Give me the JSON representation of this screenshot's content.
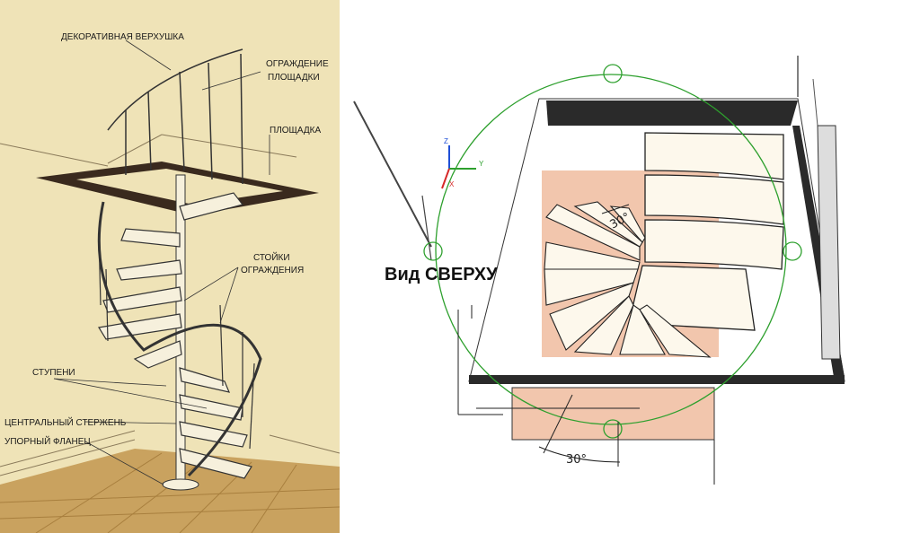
{
  "left_panel": {
    "labels": {
      "decorative_top": "ДЕКОРАТИВНАЯ ВЕРХУШКА",
      "platform_railing_1": "ОГРАЖДЕНИЕ",
      "platform_railing_2": "ПЛОЩАДКИ",
      "platform": "ПЛОЩАДКА",
      "railing_posts_1": "СТОЙКИ",
      "railing_posts_2": "ОГРАЖДЕНИЯ",
      "steps": "СТУПЕНИ",
      "central_rod": "ЦЕНТРАЛЬНЫЙ СТЕРЖЕНЬ",
      "support_flange": "УПОРНЫЙ ФЛАНЕЦ"
    },
    "colors": {
      "paper": "#efe3b7",
      "floor": "#c9a25f",
      "platform": "#3a2a1e"
    }
  },
  "right_panel": {
    "view_label": "Вид СВЕРХУ",
    "angle_inner": "30°",
    "angle_outer": "30°",
    "axis": {
      "z": "Z",
      "y": "Y",
      "x": "X"
    },
    "colors": {
      "circle": "#2ea02e",
      "floor": "#f2c6ad",
      "tread": "#fdf8ec",
      "wall": "#2a2a2a"
    }
  }
}
